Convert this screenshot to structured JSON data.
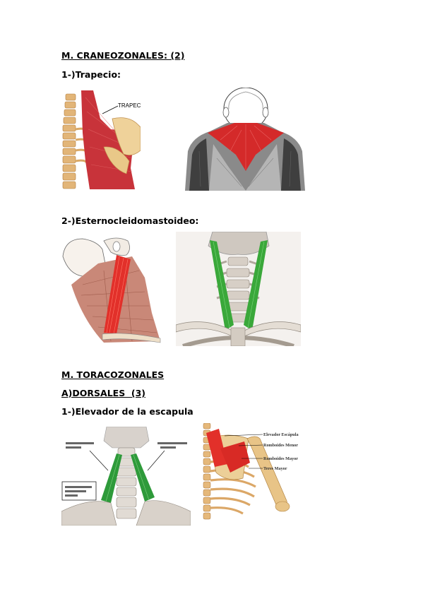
{
  "section1": {
    "title": "M. CRANEOZONALES: (2)",
    "items": [
      {
        "label": "1-)Trapecio:",
        "figure_label": "TRAPECIO"
      },
      {
        "label": "2-)Esternocleidomastoideo:"
      }
    ]
  },
  "section2": {
    "title": "M. TORACOZONALES",
    "subsection": "A)DORSALES  (3)",
    "items": [
      {
        "label": "1-)Elevador de la escapula",
        "figure_right_labels": [
          "Elevador Escápula",
          "Romboides Menor",
          "Romboides Mayor",
          "Teres Mayor"
        ]
      }
    ]
  },
  "colors": {
    "muscle_red": "#d42a2a",
    "muscle_green": "#2e9a3a",
    "bone": "#e8c99a"
  }
}
